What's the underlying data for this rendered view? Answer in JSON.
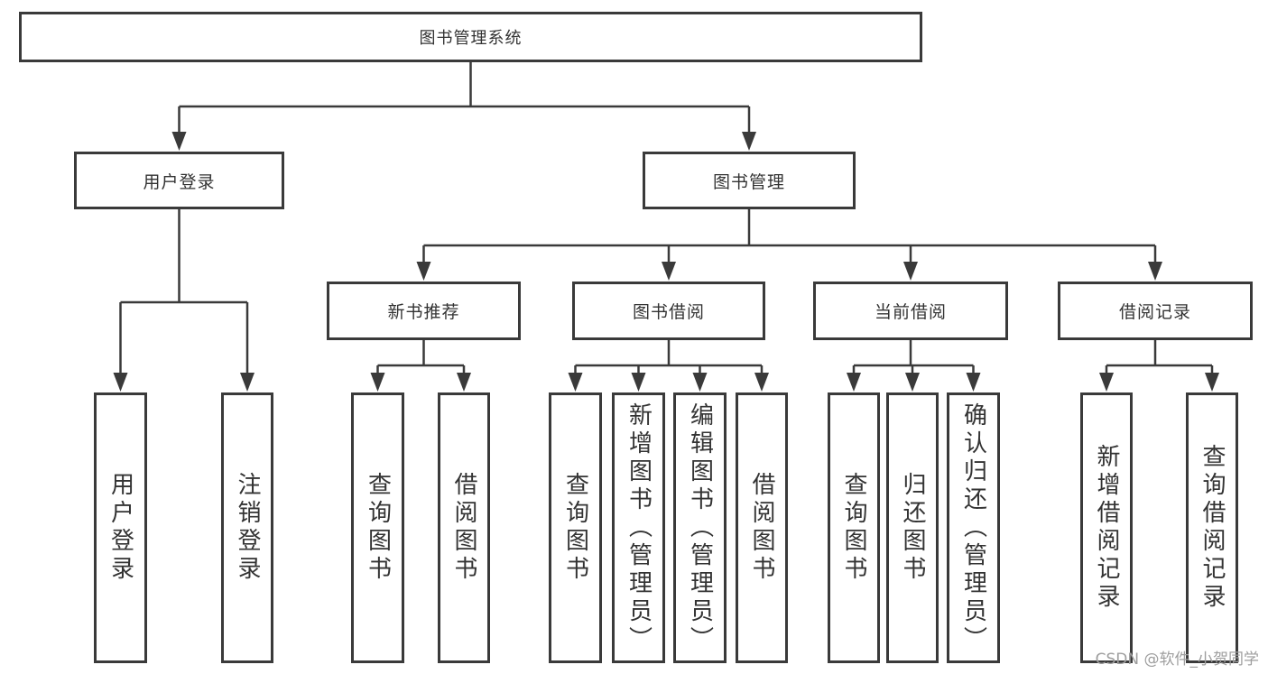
{
  "diagram": {
    "title": "图书管理系统",
    "tree": {
      "label": "图书管理系统",
      "children": [
        {
          "label": "用户登录",
          "children": [
            {
              "label": "用户登录"
            },
            {
              "label": "注销登录"
            }
          ]
        },
        {
          "label": "图书管理",
          "children": [
            {
              "label": "新书推荐",
              "children": [
                {
                  "label": "查询图书"
                },
                {
                  "label": "借阅图书"
                }
              ]
            },
            {
              "label": "图书借阅",
              "children": [
                {
                  "label": "查询图书"
                },
                {
                  "label": "新增图书（管理员）"
                },
                {
                  "label": "编辑图书（管理员）"
                },
                {
                  "label": "借阅图书"
                }
              ]
            },
            {
              "label": "当前借阅",
              "children": [
                {
                  "label": "查询图书"
                },
                {
                  "label": "归还图书"
                },
                {
                  "label": "确认归还（管理员）"
                }
              ]
            },
            {
              "label": "借阅记录",
              "children": [
                {
                  "label": "新增借阅记录"
                },
                {
                  "label": "查询借阅记录"
                }
              ]
            }
          ]
        }
      ]
    },
    "watermark": "CSDN @软件_小贺同学",
    "colors": {
      "line": "#3a3a3a",
      "text": "#333333",
      "watermark": "#9e9e9e",
      "background": "#ffffff"
    }
  }
}
